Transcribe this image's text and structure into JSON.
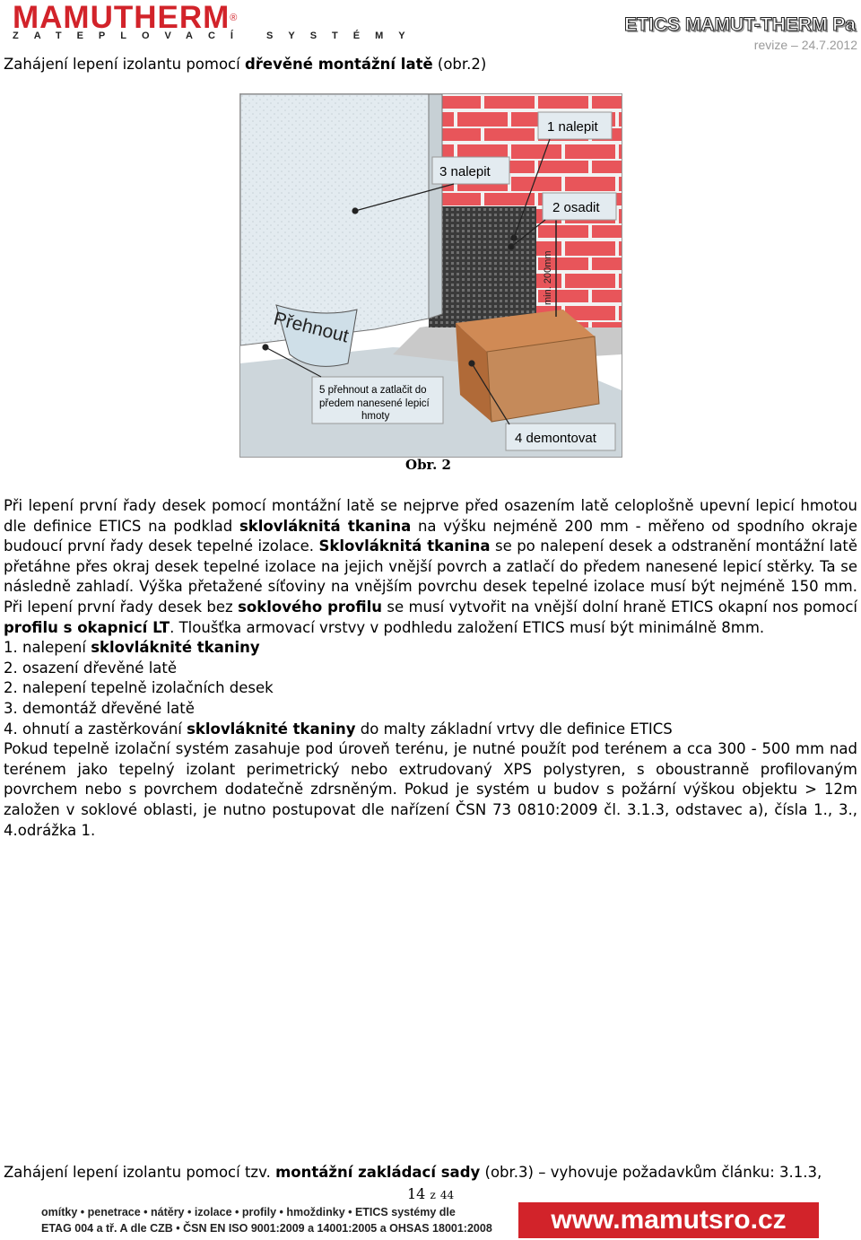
{
  "header": {
    "logo_name": "MAMUTHERM",
    "logo_reg": "®",
    "logo_tagline": "ZATEPLOVACÍ SYSTÉMY",
    "doc_title": "ETICS MAMUT-THERM Pa",
    "revision": "revize – 24.7.2012"
  },
  "heading": {
    "prefix": "Zahájení lepení izolantu pomocí ",
    "bold": "dřevěné montážní latě",
    "suffix": " (obr.2)"
  },
  "figure": {
    "labels": {
      "l1": "1 nalepit",
      "l2": "2 osadit",
      "l3": "3 nalepit",
      "l4": "4 demontovat",
      "l5a": "5 přehnout a zatlačit do",
      "l5b": "předem nanesené lepicí",
      "l5c": "hmoty",
      "bend": "Přehnout",
      "min": "min. 200mm"
    },
    "colors": {
      "brick": "#e8555a",
      "mortar": "#f2f2f2",
      "insulation": "#e3ebf0",
      "mesh": "#3a3a3a",
      "wood": "#c07a45",
      "floor": "#c9c9c9"
    }
  },
  "caption": "Obr. 2",
  "body": {
    "p1_a": "Při lepení první řady desek pomocí montážní latě se nejprve před osazením latě celoplošně upevní lepicí hmotou dle definice ETICS na podklad ",
    "p1_b1": "sklovláknitá tkanina",
    "p1_c": " na výšku nejméně 200 mm - měřeno od spodního okraje budoucí první řady desek tepelné izolace. ",
    "p1_b2": "Sklovláknitá tkanina",
    "p1_d": " se po nalepení desek a odstranění montážní latě přetáhne přes okraj desek tepelné izolace na jejich vnější povrch a zatlačí do předem nanesené lepicí stěrky. Ta se následně zahladí. Výška přetažené síťoviny na vnějším povrchu desek tepelné izolace musí být nejméně  150 mm. Při lepení první řady desek bez ",
    "p1_b3": "soklového profilu",
    "p1_e": " se musí vytvořit na vnější dolní hraně ETICS okapní nos pomocí ",
    "p1_b4": "profilu s okapnicí LT",
    "p1_f": ". Tloušťka armovací vrstvy v podhledu založení ETICS musí být minimálně 8mm.",
    "list": [
      {
        "text": "1. nalepení ",
        "bold": "sklovláknité tkaniny",
        "after": ""
      },
      {
        "text": "2. osazení dřevěné latě",
        "bold": "",
        "after": ""
      },
      {
        "text": "2. nalepení tepelně izolačních desek",
        "bold": "",
        "after": ""
      },
      {
        "text": "3. demontáž dřevěné latě",
        "bold": "",
        "after": ""
      },
      {
        "text": "4. ohnutí a zastěrkování ",
        "bold": "sklovláknité tkaniny",
        "after": " do malty základní vrtvy dle definice ETICS"
      }
    ],
    "p2": "Pokud tepelně izolační systém zasahuje pod úroveň terénu, je nutné použít pod terénem a cca 300 - 500 mm nad terénem jako tepelný izolant perimetrický nebo extrudovaný XPS polystyren, s oboustranně profilovaným povrchem nebo s povrchem dodatečně zdrsněným. Pokud je systém u budov s požární výškou objektu > 12m založen v soklové oblasti, je nutno postupovat dle nařízení ČSN 73 0810:2009 čl. 3.1.3, odstavec a), čísla 1., 3., 4.odrážka 1."
  },
  "bottom": {
    "prefix": "Zahájení lepení izolantu pomocí tzv. ",
    "bold": "montážní zakládací sady",
    "suffix": " (obr.3) – vyhovuje požadavkům článku: 3.1.3,"
  },
  "page": {
    "current": "14",
    "of": "z",
    "total": "44"
  },
  "footer": {
    "line1": "omítky • penetrace • nátěry • izolace • profily • hmoždinky • ETICS systémy dle",
    "line2": "ETAG 004 a tř. A dle CZB • ČSN EN ISO 9001:2009 a 14001:2005 a OHSAS 18001:2008",
    "url": "www.mamutsro.cz"
  }
}
